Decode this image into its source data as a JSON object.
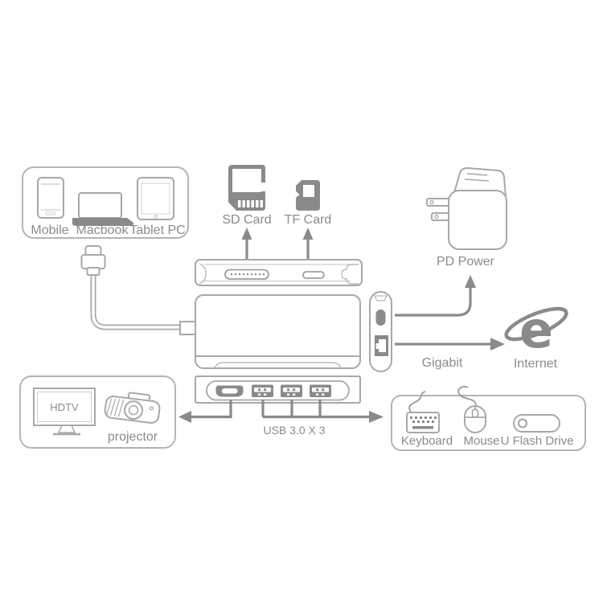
{
  "diagram": {
    "type": "product-connection-diagram",
    "subject": "USB-C multiport hub connectivity"
  },
  "labels": {
    "mobile": "Mobile",
    "macbook": "Macbook",
    "tablet_pc": "Tablet PC",
    "sd_card": "SD Card",
    "tf_card": "TF Card",
    "pd_power": "PD Power",
    "gigabit": "Gigabit",
    "internet": "Internet",
    "internet_logo_letter": "e",
    "hdtv": "HDTV",
    "projector": "projector",
    "usb3": "USB 3.0 X 3",
    "keyboard": "Keyboard",
    "mouse": "Mouse",
    "u_flash_drive": "U Flash Drive"
  },
  "colors": {
    "background": "#ffffff",
    "outline_light": "#b4b4b4",
    "outline_mid": "#a8a8a8",
    "fill_dark": "#8a8a8a",
    "text": "#8b8b8b"
  },
  "icons": [
    "phone-icon",
    "laptop-icon",
    "tablet-icon",
    "sd-card-icon",
    "tf-card-icon",
    "power-adapter-icon",
    "internet-explorer-icon",
    "hdtv-icon",
    "projector-icon",
    "keyboard-icon",
    "mouse-icon",
    "flash-drive-icon",
    "usb-c-plug-icon",
    "hub-top-view",
    "hub-front-view",
    "hub-side-view",
    "hub-bottom-view",
    "up-arrow-icon",
    "left-arrow-icon",
    "right-arrow-icon"
  ]
}
